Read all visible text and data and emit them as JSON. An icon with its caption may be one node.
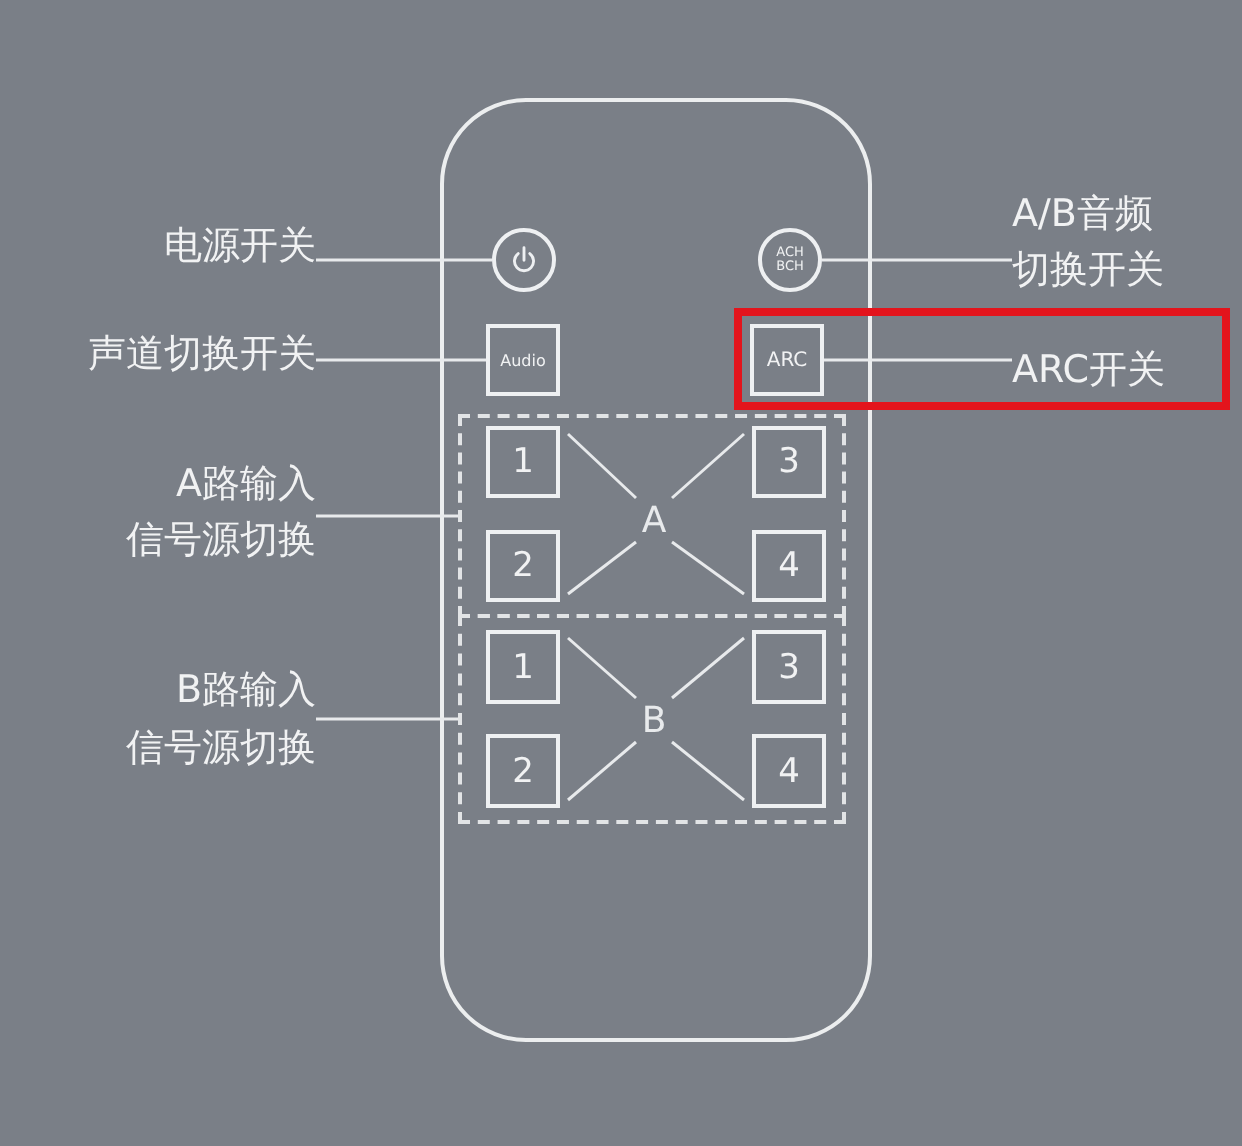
{
  "diagram": {
    "nodes": [
      {
        "text": [
          "电源开关"
        ]
      },
      {
        "text": [],
        "shape": "circle"
      },
      {
        "text": [
          "ACH BCH"
        ]
      },
      {
        "text": [
          "A/B音频切换开关"
        ]
      },
      {
        "text": [
          "声道切换开关"
        ]
      },
      {
        "text": [
          "Audio"
        ]
      },
      {
        "text": [],
        "shape": "box"
      },
      {
        "text": [
          "ARC"
        ],
        "in": 6
      },
      {
        "text": [
          "ARC开关"
        ],
        "in": 6
      },
      {
        "text": [
          "A路输入信号源切换"
        ]
      },
      {
        "text": [],
        "shape": "box"
      },
      {
        "text": [
          "1"
        ],
        "in": 10
      },
      {
        "text": [
          "3"
        ],
        "in": 10
      },
      {
        "text": [
          "A"
        ],
        "in": 10
      },
      {
        "text": [
          "2"
        ],
        "in": 10
      },
      {
        "text": [
          "4"
        ],
        "in": 10
      },
      {
        "text": [
          "B路输入信号源切换"
        ]
      },
      {
        "text": [],
        "shape": "box"
      },
      {
        "text": [
          "1"
        ],
        "in": 17
      },
      {
        "text": [
          "3"
        ],
        "in": 17
      },
      {
        "text": [
          "B"
        ],
        "in": 17
      },
      {
        "text": [
          "2"
        ],
        "in": 17
      },
      {
        "text": [
          "4"
        ],
        "in": 17
      }
    ],
    "edges": [
      {
        "from": 0,
        "to": 1,
        "arrow": "none"
      },
      {
        "from": 3,
        "to": 2,
        "arrow": "none"
      },
      {
        "from": 4,
        "to": 5,
        "arrow": "none"
      },
      {
        "from": 8,
        "to": 7,
        "arrow": "none"
      },
      {
        "from": 9,
        "to": 10,
        "arrow": "none"
      },
      {
        "from": 13,
        "to": 11,
        "arrow": "none"
      },
      {
        "from": 13,
        "to": 12,
        "arrow": "none"
      },
      {
        "from": 13,
        "to": 14,
        "arrow": "none"
      },
      {
        "from": 13,
        "to": 15,
        "arrow": "none"
      },
      {
        "from": 16,
        "to": 17,
        "arrow": "none"
      },
      {
        "from": 20,
        "to": 18,
        "arrow": "none"
      },
      {
        "from": 20,
        "to": 19,
        "arrow": "none"
      },
      {
        "from": 20,
        "to": 21,
        "arrow": "none"
      },
      {
        "from": 20,
        "to": 22,
        "arrow": "none"
      }
    ]
  }
}
